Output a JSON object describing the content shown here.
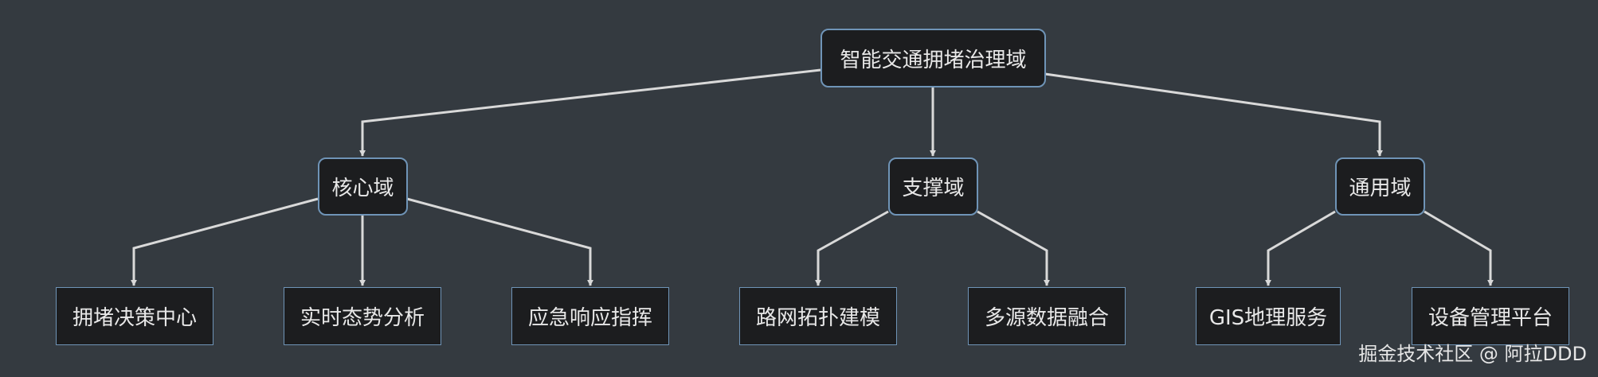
{
  "diagram": {
    "root": {
      "label": "智能交通拥堵治理域"
    },
    "domains": [
      {
        "label": "核心域",
        "children": [
          "拥堵决策中心",
          "实时态势分析",
          "应急响应指挥"
        ]
      },
      {
        "label": "支撑域",
        "children": [
          "路网拓扑建模",
          "多源数据融合"
        ]
      },
      {
        "label": "通用域",
        "children": [
          "GIS地理服务",
          "设备管理平台"
        ]
      }
    ]
  },
  "watermark": "掘金技术社区 @ 阿拉DDD",
  "colors": {
    "background": "#343a40",
    "node_fill": "#1c1d1f",
    "node_border": "#6f94b7",
    "edge": "#d9d9d9",
    "text": "#e8e8e8"
  }
}
